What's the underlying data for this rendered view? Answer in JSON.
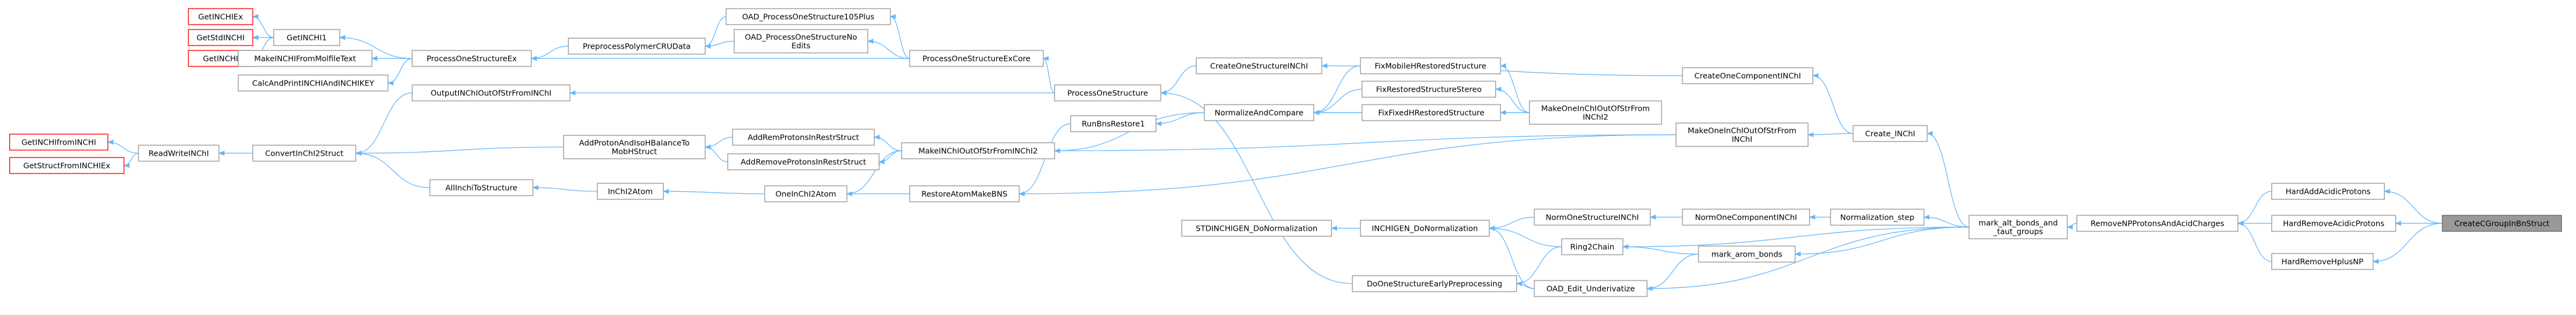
{
  "graph": {
    "title": "",
    "nodes": [
      {
        "id": "GetINCHIEx",
        "label": [
          "GetINCHIEx"
        ],
        "style": "red"
      },
      {
        "id": "GetStdINCHI",
        "label": [
          "GetStdINCHI"
        ],
        "style": "red"
      },
      {
        "id": "GetINCHI",
        "label": [
          "GetINCHI"
        ],
        "style": "red"
      },
      {
        "id": "GetINCHI1",
        "label": [
          "GetINCHI1"
        ],
        "style": "normal"
      },
      {
        "id": "MakeINCHIFromMolfileText",
        "label": [
          "MakeINCHIFromMolfileText"
        ],
        "style": "normal"
      },
      {
        "id": "CalcAndPrintINCHIAndINCHIKEY",
        "label": [
          "CalcAndPrintINCHIAndINCHIKEY"
        ],
        "style": "normal"
      },
      {
        "id": "GetINCHIfromINCHI",
        "label": [
          "GetINCHIfromINCHI"
        ],
        "style": "red"
      },
      {
        "id": "GetStructFromINCHIEx",
        "label": [
          "GetStructFromINCHIEx"
        ],
        "style": "red"
      },
      {
        "id": "ReadWriteINChI",
        "label": [
          "ReadWriteINChI"
        ],
        "style": "normal"
      },
      {
        "id": "ConvertInChI2Struct",
        "label": [
          "ConvertInChI2Struct"
        ],
        "style": "normal"
      },
      {
        "id": "ProcessOneStructureEx",
        "label": [
          "ProcessOneStructureEx"
        ],
        "style": "normal"
      },
      {
        "id": "PreprocessPolymerCRUData",
        "label": [
          "PreprocessPolymerCRUData"
        ],
        "style": "normal"
      },
      {
        "id": "OAD_ProcessOneStructure105Plus",
        "label": [
          "OAD_ProcessOneStructure105Plus"
        ],
        "style": "normal"
      },
      {
        "id": "OAD_ProcessOneStructureNoEdits",
        "label": [
          "OAD_ProcessOneStructureNo",
          "Edits"
        ],
        "style": "normal"
      },
      {
        "id": "ProcessOneStructureExCore",
        "label": [
          "ProcessOneStructureExCore"
        ],
        "style": "normal"
      },
      {
        "id": "OutputINChIOutOfStrFromINChI",
        "label": [
          "OutputINChIOutOfStrFromINChI"
        ],
        "style": "normal"
      },
      {
        "id": "AddProtonAndIsoHBalanceToMobHStruct",
        "label": [
          "AddProtonAndIsoHBalanceTo",
          "MobHStruct"
        ],
        "style": "normal"
      },
      {
        "id": "AllInchiToStructure",
        "label": [
          "AllInchiToStructure"
        ],
        "style": "normal"
      },
      {
        "id": "InChI2Atom",
        "label": [
          "InChI2Atom"
        ],
        "style": "normal"
      },
      {
        "id": "AddRemProtonsInRestrStruct",
        "label": [
          "AddRemProtonsInRestrStruct"
        ],
        "style": "normal"
      },
      {
        "id": "AddRemoveProtonsInRestrStruct",
        "label": [
          "AddRemoveProtonsInRestrStruct"
        ],
        "style": "normal"
      },
      {
        "id": "OneInChI2Atom",
        "label": [
          "OneInChI2Atom"
        ],
        "style": "normal"
      },
      {
        "id": "ProcessOneStructure",
        "label": [
          "ProcessOneStructure"
        ],
        "style": "normal"
      },
      {
        "id": "MakeINChIOutOfStrFromINChI2",
        "label": [
          "MakeINChIOutOfStrFromINChI2"
        ],
        "style": "normal"
      },
      {
        "id": "RestoreAtomMakeBNS",
        "label": [
          "RestoreAtomMakeBNS"
        ],
        "style": "normal"
      },
      {
        "id": "RunBnsRestore1",
        "label": [
          "RunBnsRestore1"
        ],
        "style": "normal"
      },
      {
        "id": "CreateOneStructureINChI",
        "label": [
          "CreateOneStructureINChI"
        ],
        "style": "normal"
      },
      {
        "id": "NormalizeAndCompare",
        "label": [
          "NormalizeAndCompare"
        ],
        "style": "normal"
      },
      {
        "id": "FixMobileHRestoredStructure",
        "label": [
          "FixMobileHRestoredStructure"
        ],
        "style": "normal"
      },
      {
        "id": "FixRestoredStructureStereo",
        "label": [
          "FixRestoredStructureStereo"
        ],
        "style": "normal"
      },
      {
        "id": "FixFixedHRestoredStructure",
        "label": [
          "FixFixedHRestoredStructure"
        ],
        "style": "normal"
      },
      {
        "id": "MakeOneInChIOutOfStrFromINChI2",
        "label": [
          "MakeOneInChIOutOfStrFrom",
          "INChI2"
        ],
        "style": "normal"
      },
      {
        "id": "MakeOneInChIOutOfStrFromINChI",
        "label": [
          "MakeOneInChIOutOfStrFrom",
          "INChI"
        ],
        "style": "normal"
      },
      {
        "id": "CreateOneComponentINChI",
        "label": [
          "CreateOneComponentINChI"
        ],
        "style": "normal"
      },
      {
        "id": "Create_INChI",
        "label": [
          "Create_INChI"
        ],
        "style": "normal"
      },
      {
        "id": "STDINCHIGEN_DoNormalization",
        "label": [
          "STDINCHIGEN_DoNormalization"
        ],
        "style": "normal"
      },
      {
        "id": "INCHIGEN_DoNormalization",
        "label": [
          "INCHIGEN_DoNormalization"
        ],
        "style": "normal"
      },
      {
        "id": "DoOneStructureEarlyPreprocessing",
        "label": [
          "DoOneStructureEarlyPreprocessing"
        ],
        "style": "normal"
      },
      {
        "id": "NormOneStructureINChI",
        "label": [
          "NormOneStructureINChI"
        ],
        "style": "normal"
      },
      {
        "id": "Ring2Chain",
        "label": [
          "Ring2Chain"
        ],
        "style": "normal"
      },
      {
        "id": "OAD_Edit_Underivatize",
        "label": [
          "OAD_Edit_Underivatize"
        ],
        "style": "normal"
      },
      {
        "id": "NormOneComponentINChI",
        "label": [
          "NormOneComponentINChI"
        ],
        "style": "normal"
      },
      {
        "id": "mark_arom_bonds",
        "label": [
          "mark_arom_bonds"
        ],
        "style": "normal"
      },
      {
        "id": "Normalization_step",
        "label": [
          "Normalization_step"
        ],
        "style": "normal"
      },
      {
        "id": "mark_alt_bonds_and_taut_groups",
        "label": [
          "mark_alt_bonds_and",
          "_taut_groups"
        ],
        "style": "normal"
      },
      {
        "id": "RemoveNPProtonsAndAcidCharges",
        "label": [
          "RemoveNPProtonsAndAcidCharges"
        ],
        "style": "normal"
      },
      {
        "id": "HardAddAcidicProtons",
        "label": [
          "HardAddAcidicProtons"
        ],
        "style": "normal"
      },
      {
        "id": "HardRemoveAcidicProtons",
        "label": [
          "HardRemoveAcidicProtons"
        ],
        "style": "normal"
      },
      {
        "id": "HardRemoveHplusNP",
        "label": [
          "HardRemoveHplusNP"
        ],
        "style": "normal"
      },
      {
        "id": "CreateCGroupInBnStruct",
        "label": [
          "CreateCGroupInBnStruct"
        ],
        "style": "focus"
      }
    ],
    "edges": [
      [
        "CreateCGroupInBnStruct",
        "HardAddAcidicProtons"
      ],
      [
        "CreateCGroupInBnStruct",
        "HardRemoveAcidicProtons"
      ],
      [
        "CreateCGroupInBnStruct",
        "HardRemoveHplusNP"
      ],
      [
        "HardAddAcidicProtons",
        "RemoveNPProtonsAndAcidCharges"
      ],
      [
        "HardRemoveAcidicProtons",
        "RemoveNPProtonsAndAcidCharges"
      ],
      [
        "HardRemoveHplusNP",
        "RemoveNPProtonsAndAcidCharges"
      ],
      [
        "RemoveNPProtonsAndAcidCharges",
        "mark_alt_bonds_and_taut_groups"
      ],
      [
        "mark_alt_bonds_and_taut_groups",
        "Create_INChI"
      ],
      [
        "mark_alt_bonds_and_taut_groups",
        "Normalization_step"
      ],
      [
        "mark_alt_bonds_and_taut_groups",
        "mark_arom_bonds"
      ],
      [
        "mark_alt_bonds_and_taut_groups",
        "Ring2Chain"
      ],
      [
        "mark_alt_bonds_and_taut_groups",
        "OAD_Edit_Underivatize"
      ],
      [
        "Create_INChI",
        "CreateOneComponentINChI"
      ],
      [
        "Create_INChI",
        "MakeOneInChIOutOfStrFromINChI"
      ],
      [
        "Normalization_step",
        "NormOneComponentINChI"
      ],
      [
        "NormOneComponentINChI",
        "NormOneStructureINChI"
      ],
      [
        "NormOneStructureINChI",
        "INCHIGEN_DoNormalization"
      ],
      [
        "mark_arom_bonds",
        "Ring2Chain"
      ],
      [
        "mark_arom_bonds",
        "OAD_Edit_Underivatize"
      ],
      [
        "Ring2Chain",
        "INCHIGEN_DoNormalization"
      ],
      [
        "Ring2Chain",
        "DoOneStructureEarlyPreprocessing"
      ],
      [
        "OAD_Edit_Underivatize",
        "INCHIGEN_DoNormalization"
      ],
      [
        "OAD_Edit_Underivatize",
        "DoOneStructureEarlyPreprocessing"
      ],
      [
        "INCHIGEN_DoNormalization",
        "STDINCHIGEN_DoNormalization"
      ],
      [
        "DoOneStructureEarlyPreprocessing",
        "ProcessOneStructure"
      ],
      [
        "CreateOneComponentINChI",
        "CreateOneStructureINChI"
      ],
      [
        "MakeOneInChIOutOfStrFromINChI",
        "MakeINChIOutOfStrFromINChI2"
      ],
      [
        "MakeOneInChIOutOfStrFromINChI",
        "RestoreAtomMakeBNS"
      ],
      [
        "MakeOneInChIOutOfStrFromINChI2",
        "FixMobileHRestoredStructure"
      ],
      [
        "MakeOneInChIOutOfStrFromINChI2",
        "FixRestoredStructureStereo"
      ],
      [
        "MakeOneInChIOutOfStrFromINChI2",
        "FixFixedHRestoredStructure"
      ],
      [
        "MakeOneInChIOutOfStrFromINChI2",
        "NormalizeAndCompare"
      ],
      [
        "FixMobileHRestoredStructure",
        "NormalizeAndCompare"
      ],
      [
        "FixRestoredStructureStereo",
        "NormalizeAndCompare"
      ],
      [
        "FixFixedHRestoredStructure",
        "NormalizeAndCompare"
      ],
      [
        "NormalizeAndCompare",
        "RunBnsRestore1"
      ],
      [
        "NormalizeAndCompare",
        "MakeINChIOutOfStrFromINChI2"
      ],
      [
        "CreateOneStructureINChI",
        "ProcessOneStructure"
      ],
      [
        "RunBnsRestore1",
        "RestoreAtomMakeBNS"
      ],
      [
        "RestoreAtomMakeBNS",
        "OneInChI2Atom"
      ],
      [
        "MakeINChIOutOfStrFromINChI2",
        "AddRemProtonsInRestrStruct"
      ],
      [
        "MakeINChIOutOfStrFromINChI2",
        "AddRemoveProtonsInRestrStruct"
      ],
      [
        "MakeINChIOutOfStrFromINChI2",
        "OneInChI2Atom"
      ],
      [
        "AddRemProtonsInRestrStruct",
        "AddProtonAndIsoHBalanceToMobHStruct"
      ],
      [
        "AddRemoveProtonsInRestrStruct",
        "AddProtonAndIsoHBalanceToMobHStruct"
      ],
      [
        "OneInChI2Atom",
        "InChI2Atom"
      ],
      [
        "InChI2Atom",
        "AllInchiToStructure"
      ],
      [
        "AllInchiToStructure",
        "ConvertInChI2Struct"
      ],
      [
        "AddProtonAndIsoHBalanceToMobHStruct",
        "ConvertInChI2Struct"
      ],
      [
        "ProcessOneStructure",
        "ProcessOneStructureExCore"
      ],
      [
        "ProcessOneStructure",
        "OutputINChIOutOfStrFromINChI"
      ],
      [
        "OutputINChIOutOfStrFromINChI",
        "ConvertInChI2Struct"
      ],
      [
        "ProcessOneStructureExCore",
        "OAD_ProcessOneStructure105Plus"
      ],
      [
        "ProcessOneStructureExCore",
        "OAD_ProcessOneStructureNoEdits"
      ],
      [
        "ProcessOneStructureExCore",
        "ProcessOneStructureEx"
      ],
      [
        "OAD_ProcessOneStructure105Plus",
        "PreprocessPolymerCRUData"
      ],
      [
        "OAD_ProcessOneStructureNoEdits",
        "PreprocessPolymerCRUData"
      ],
      [
        "PreprocessPolymerCRUData",
        "ProcessOneStructureEx"
      ],
      [
        "ProcessOneStructureEx",
        "GetINCHI1"
      ],
      [
        "ProcessOneStructureEx",
        "MakeINCHIFromMolfileText"
      ],
      [
        "ProcessOneStructureEx",
        "CalcAndPrintINCHIAndINCHIKEY"
      ],
      [
        "GetINCHI1",
        "GetINCHIEx"
      ],
      [
        "GetINCHI1",
        "GetStdINCHI"
      ],
      [
        "GetINCHI1",
        "GetINCHI"
      ],
      [
        "ConvertInChI2Struct",
        "ReadWriteINChI"
      ],
      [
        "ReadWriteINChI",
        "GetINCHIfromINCHI"
      ],
      [
        "ReadWriteINChI",
        "GetStructFromINCHIEx"
      ]
    ]
  }
}
